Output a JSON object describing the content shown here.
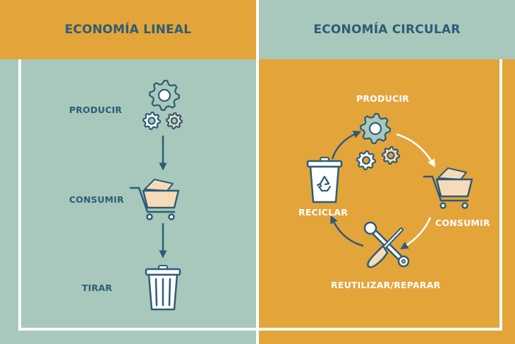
{
  "colors": {
    "teal": "#a8c8bb",
    "orange": "#e3a43a",
    "navy": "#2d5c78",
    "white": "#ffffff",
    "cream": "#f7dbb8"
  },
  "linear": {
    "title": "ECONOMÍA LINEAL",
    "steps": [
      {
        "label": "PRODUCIR",
        "icon": "gears-icon"
      },
      {
        "label": "CONSUMIR",
        "icon": "shopping-cart-icon"
      },
      {
        "label": "TIRAR",
        "icon": "trash-can-icon"
      }
    ]
  },
  "circular": {
    "title": "ECONOMÍA CIRCULAR",
    "steps": [
      {
        "label": "PRODUCIR",
        "icon": "gears-icon"
      },
      {
        "label": "CONSUMIR",
        "icon": "shopping-cart-icon"
      },
      {
        "label": "REUTILIZAR/REPARAR",
        "icon": "wrench-screwdriver-icon"
      },
      {
        "label": "RECICLAR",
        "icon": "recycle-bin-icon"
      }
    ]
  }
}
